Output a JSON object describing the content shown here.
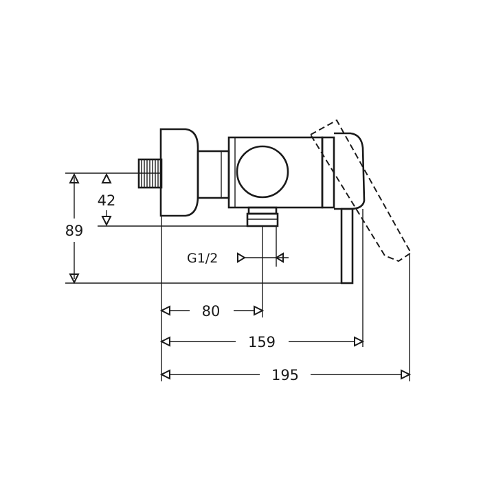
{
  "dimensions": {
    "height_42": "42",
    "height_89": "89",
    "thread": "G1/2",
    "width_80": "80",
    "width_159": "159",
    "width_195": "195"
  }
}
